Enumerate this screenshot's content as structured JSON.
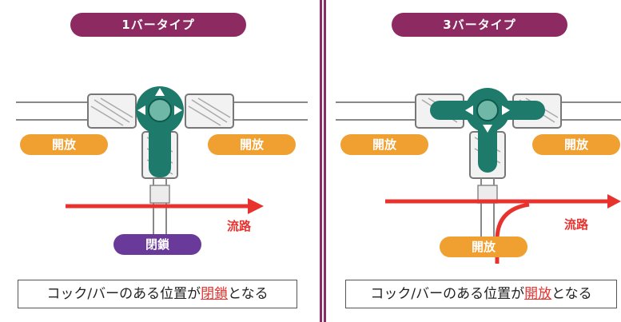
{
  "left": {
    "title": "1バータイプ",
    "label_left": "開放",
    "label_right": "開放",
    "label_bottom": "閉鎖",
    "flow_label": "流路",
    "caption_prefix": "コック/バーのある位置が",
    "caption_emphasis": "閉鎖",
    "caption_suffix": "となる"
  },
  "right": {
    "title": "3バータイプ",
    "label_left": "開放",
    "label_right": "開放",
    "label_bottom": "開放",
    "flow_label": "流路",
    "caption_prefix": "コック/バーのある位置が",
    "caption_emphasis": "開放",
    "caption_suffix": "となる"
  },
  "colors": {
    "title_bg": "#8e2a62",
    "open_label": "#f0a030",
    "closed_label": "#6a3a9a",
    "flow_arrow": "#e8322e",
    "cock": "#1e7a6a",
    "divider": "#8a2a66"
  }
}
